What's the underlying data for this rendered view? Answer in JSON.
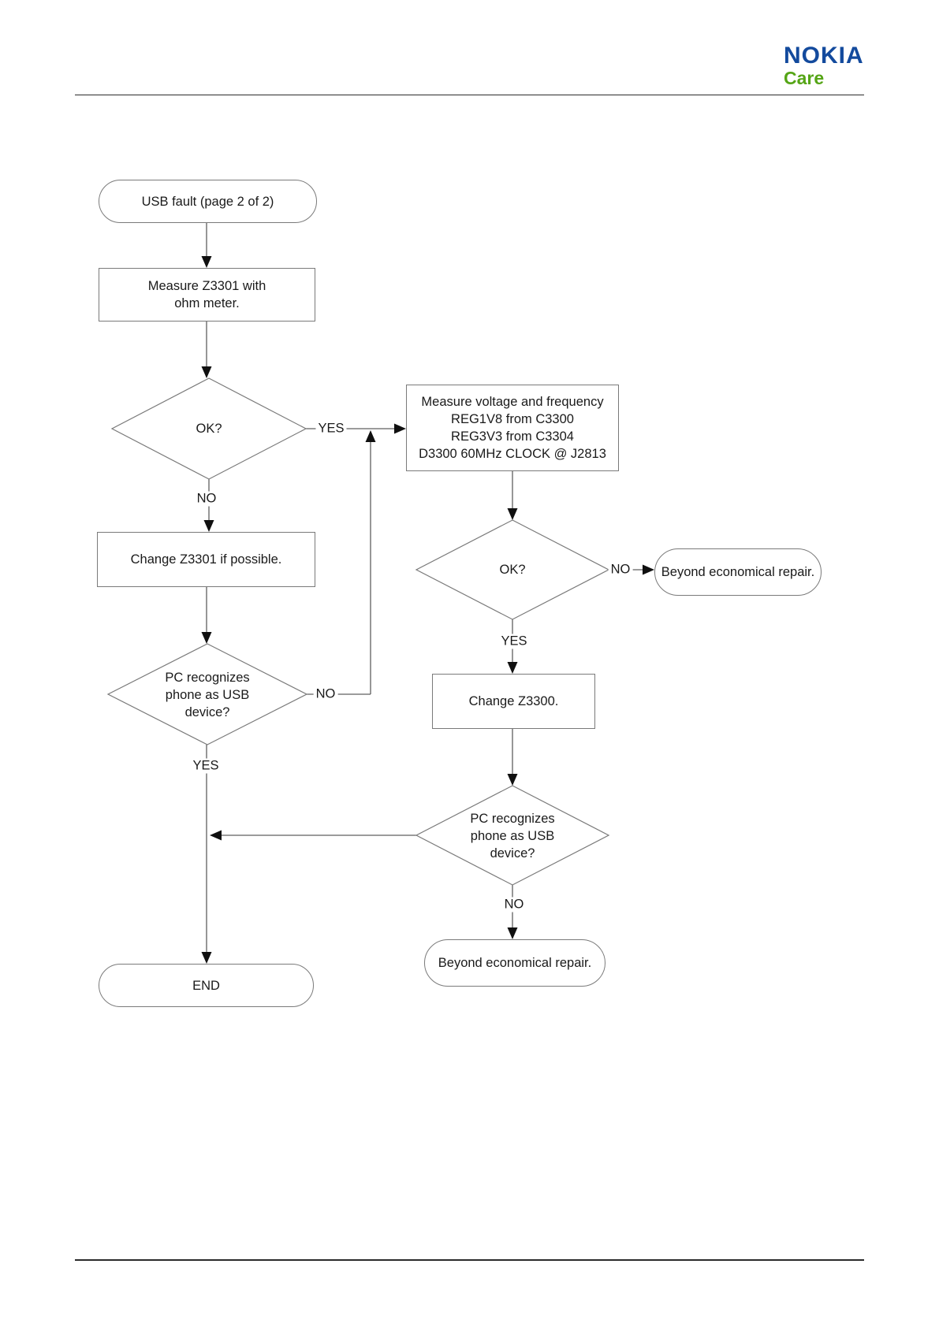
{
  "logo": {
    "brand": "NOKIA",
    "product": "Care"
  },
  "colors": {
    "brand_blue": "#134a9d",
    "care_green": "#55a516"
  },
  "flowchart": {
    "start": "USB fault (page 2 of 2)",
    "measure_z3301": "Measure Z3301 with\nohm meter.",
    "decision_ok_1": "OK?",
    "measure_voltage": "Measure voltage and frequency\nREG1V8 from C3300\nREG3V3 from C3304\nD3300 60MHz CLOCK @ J2813",
    "change_z3301": "Change Z3301 if possible.",
    "decision_ok_2": "OK?",
    "beyond_repair_right": "Beyond economical repair.",
    "change_z3300": "Change Z3300.",
    "pc_recognizes_left": "PC recognizes\nphone as USB\ndevice?",
    "pc_recognizes_right": "PC recognizes\nphone as USB\ndevice?",
    "beyond_repair_bottom": "Beyond economical repair.",
    "end": "END",
    "labels": {
      "yes1": "YES",
      "no1": "NO",
      "no2": "NO",
      "yes2": "YES",
      "no3": "NO",
      "yes3": "YES",
      "no4": "NO"
    }
  }
}
